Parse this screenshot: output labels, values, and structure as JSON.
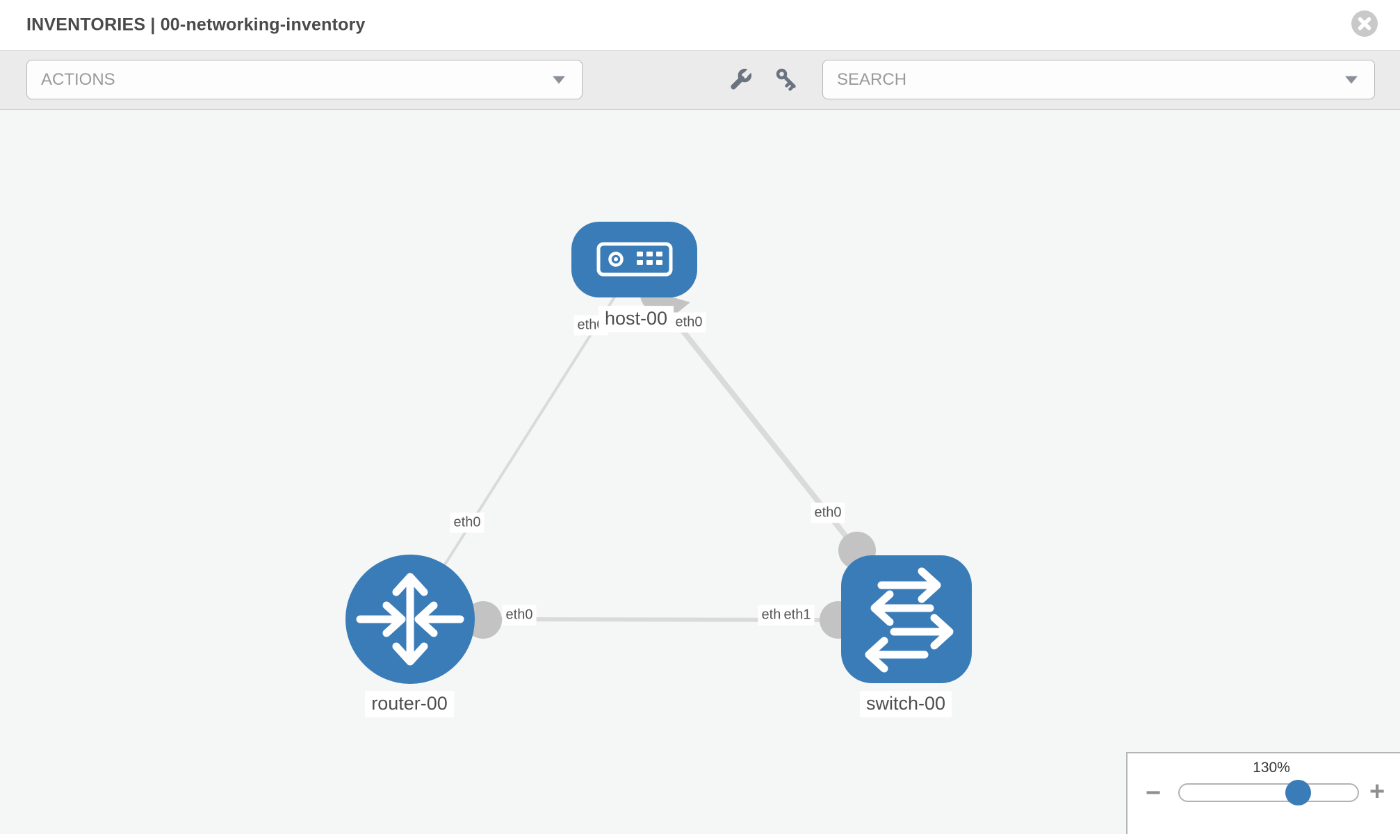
{
  "header": {
    "title": "INVENTORIES | 00-networking-inventory"
  },
  "toolbar": {
    "actions_label": "ACTIONS",
    "search_label": "SEARCH"
  },
  "topology": {
    "nodes": [
      {
        "id": "host-00",
        "type": "host",
        "label": "host-00"
      },
      {
        "id": "router-00",
        "type": "router",
        "label": "router-00"
      },
      {
        "id": "switch-00",
        "type": "switch",
        "label": "switch-00"
      }
    ],
    "links": [
      {
        "from": "router-00",
        "to": "host-00",
        "from_interface": "eth0",
        "to_interface": "eth0"
      },
      {
        "from": "host-00",
        "to": "switch-00",
        "from_interface": "eth0",
        "to_interface": "eth0"
      },
      {
        "from": "router-00",
        "to": "switch-00",
        "from_interface": "eth0",
        "to_interface": "eth1",
        "to_interface_overlapped": "eth0"
      }
    ]
  },
  "zoom_control": {
    "level": "130%",
    "minus_glyph": "−",
    "plus_glyph": "+"
  },
  "colors": {
    "node_blue": "#3a7cb8",
    "link_gray": "#dadada",
    "connector_gray": "#c3c3c3",
    "icon_gray": "#6b7280"
  }
}
